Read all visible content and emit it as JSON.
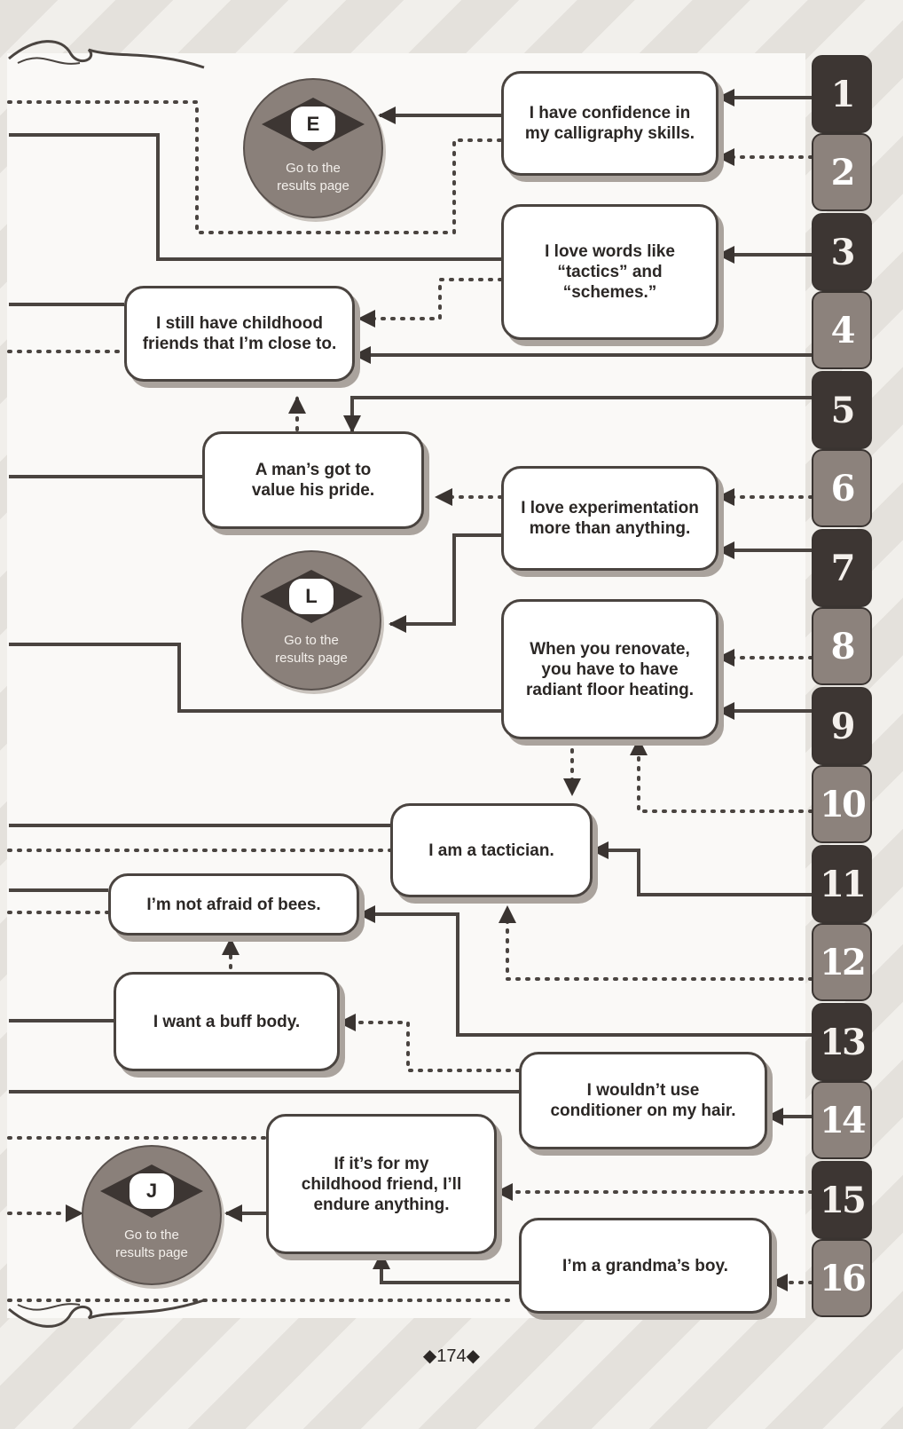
{
  "statements": {
    "calligraphy": "I have confidence in\nmy calligraphy skills.",
    "tactics_words": "I love words like\n“tactics” and\n“schemes.”",
    "childhood_friends": "I still have childhood\nfriends that I’m close to.",
    "pride": "A man’s got to\nvalue his pride.",
    "experimentation": "I love experimentation\nmore than anything.",
    "renovate": "When you renovate,\nyou have to have\nradiant floor heating.",
    "tactician": "I am a tactician.",
    "bees": "I’m not afraid of bees.",
    "buff_body": "I want a buff body.",
    "conditioner": "I wouldn’t use\nconditioner on my hair.",
    "childhood_friend_endure": "If it’s for my\nchildhood friend, I’ll\nendure anything.",
    "grandma": "I’m a grandma’s boy."
  },
  "results": [
    {
      "letter": "E",
      "label": "Go to the\nresults page"
    },
    {
      "letter": "L",
      "label": "Go to the\nresults page"
    },
    {
      "letter": "J",
      "label": "Go to the\nresults page"
    }
  ],
  "tabs": [
    "1",
    "2",
    "3",
    "4",
    "5",
    "6",
    "7",
    "8",
    "9",
    "10",
    "11",
    "12",
    "13",
    "14",
    "15",
    "16"
  ],
  "page_number": "◆174◆",
  "colors": {
    "line": "#4a4440",
    "tab_dark": "#3d3633",
    "tab_light": "#8c827c",
    "result_circle": "#8a807a"
  }
}
